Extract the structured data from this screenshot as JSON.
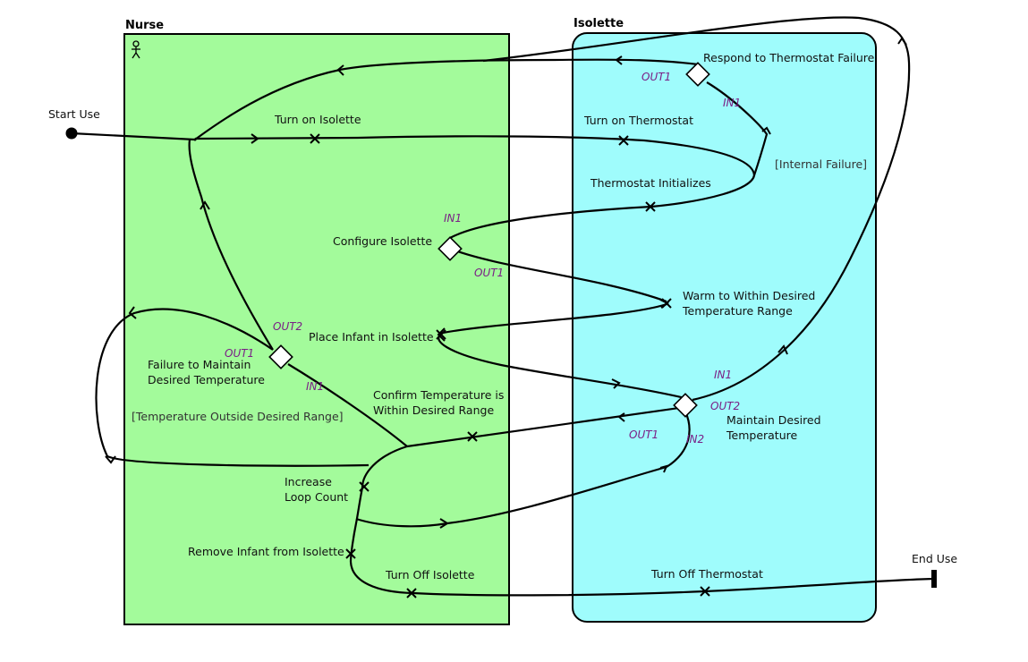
{
  "lanes": {
    "nurse": {
      "title": "Nurse",
      "fill": "#a3fb9b"
    },
    "isolette": {
      "title": "Isolette",
      "fill": "#9ffcfc"
    }
  },
  "terminals": {
    "start": "Start Use",
    "end": "End Use"
  },
  "actions": {
    "turn_on_isolette": "Turn on Isolette",
    "turn_on_thermostat": "Turn on Thermostat",
    "respond_failure": "Respond to Thermostat Failure",
    "thermostat_initializes": "Thermostat Initializes",
    "configure_isolette": "Configure Isolette",
    "warm_line1": "Warm to Within Desired",
    "warm_line2": "Temperature Range",
    "place_infant": "Place Infant in Isolette",
    "failure_line1": "Failure to Maintain",
    "failure_line2": "Desired Temperature",
    "confirm_line1": "Confirm Temperature is",
    "confirm_line2": "Within Desired Range",
    "maintain_line1": "Maintain Desired",
    "maintain_line2": "Temperature",
    "increase_line1": "Increase",
    "increase_line2": "Loop Count",
    "remove_infant": "Remove Infant from Isolette",
    "turn_off_isolette": "Turn Off Isolette",
    "turn_off_thermostat": "Turn Off Thermostat"
  },
  "guards": {
    "internal_failure": "[Internal Failure]",
    "temp_outside": "[Temperature Outside Desired Range]"
  },
  "ports": {
    "respond_out1": "OUT1",
    "respond_in1": "IN1",
    "configure_in1": "IN1",
    "configure_out1": "OUT1",
    "failure_out2": "OUT2",
    "failure_out1": "OUT1",
    "failure_in1": "IN1",
    "maintain_in1": "IN1",
    "maintain_out2": "OUT2",
    "maintain_out1": "OUT1",
    "maintain_in2": "IN2"
  },
  "icons": {
    "actor": "stick-figure-icon"
  }
}
